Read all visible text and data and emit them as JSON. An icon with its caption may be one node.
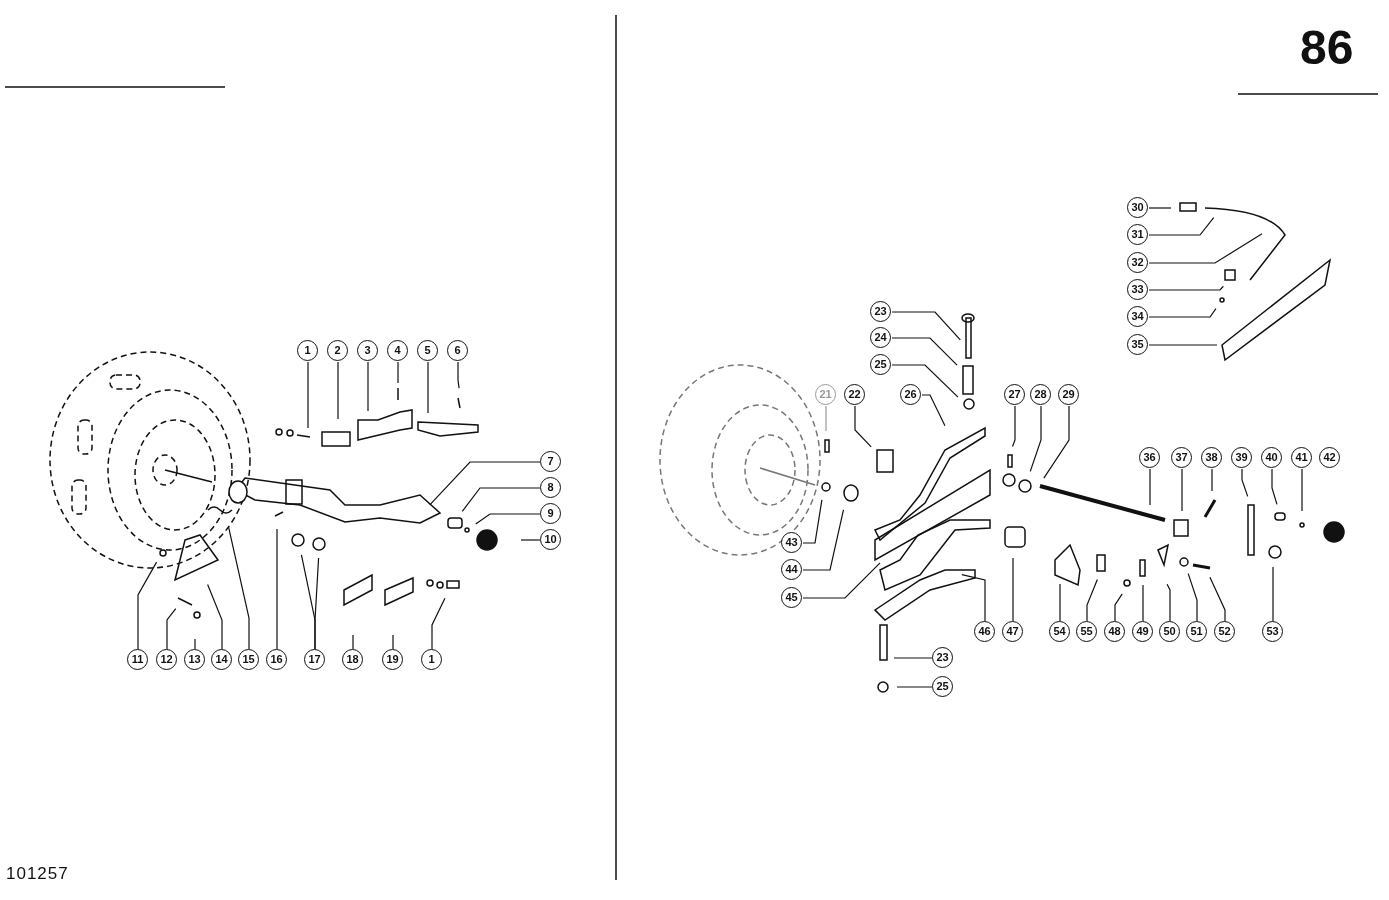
{
  "diagram": {
    "nodes": [
      {
        "text": [
          "1"
        ]
      },
      {
        "text": [
          "2"
        ]
      },
      {
        "text": [
          "3"
        ]
      },
      {
        "text": [
          "4"
        ]
      },
      {
        "text": [
          "5"
        ]
      },
      {
        "text": [
          "6"
        ]
      },
      {
        "text": [
          "7"
        ]
      },
      {
        "text": [
          "8"
        ]
      },
      {
        "text": [
          "9"
        ]
      },
      {
        "text": [
          "10"
        ]
      },
      {
        "text": [
          "11"
        ]
      },
      {
        "text": [
          "12"
        ]
      },
      {
        "text": [
          "13"
        ]
      },
      {
        "text": [
          "14"
        ]
      },
      {
        "text": [
          "15"
        ]
      },
      {
        "text": [
          "16"
        ]
      },
      {
        "text": [
          "17"
        ]
      },
      {
        "text": [
          "18"
        ]
      },
      {
        "text": [
          "19"
        ]
      },
      {
        "text": [
          "1"
        ]
      },
      {
        "text": [
          "30"
        ]
      },
      {
        "text": [
          "31"
        ]
      },
      {
        "text": [
          "32"
        ]
      },
      {
        "text": [
          "33"
        ]
      },
      {
        "text": [
          "34"
        ]
      },
      {
        "text": [
          "35"
        ]
      },
      {
        "text": [
          "23"
        ]
      },
      {
        "text": [
          "24"
        ]
      },
      {
        "text": [
          "25"
        ]
      },
      {
        "text": [
          "21"
        ]
      },
      {
        "text": [
          "22"
        ]
      },
      {
        "text": [
          "26"
        ]
      },
      {
        "text": [
          "27"
        ]
      },
      {
        "text": [
          "28"
        ]
      },
      {
        "text": [
          "29"
        ]
      },
      {
        "text": [
          "36"
        ]
      },
      {
        "text": [
          "37"
        ]
      },
      {
        "text": [
          "38"
        ]
      },
      {
        "text": [
          "39"
        ]
      },
      {
        "text": [
          "40"
        ]
      },
      {
        "text": [
          "41"
        ]
      },
      {
        "text": [
          "43"
        ]
      },
      {
        "text": [
          "44"
        ]
      },
      {
        "text": [
          "45"
        ]
      },
      {
        "text": [
          "46"
        ]
      },
      {
        "text": [
          "47"
        ]
      },
      {
        "text": [
          "54"
        ]
      },
      {
        "text": [
          "55"
        ]
      },
      {
        "text": [
          "48"
        ]
      },
      {
        "text": [
          "49"
        ]
      },
      {
        "text": [
          "50"
        ]
      },
      {
        "text": [
          "51"
        ]
      },
      {
        "text": [
          "52"
        ]
      },
      {
        "text": [
          "53"
        ]
      },
      {
        "text": [
          "23"
        ]
      },
      {
        "text": [
          "25"
        ]
      },
      {
        "text": [
          "42"
        ]
      }
    ],
    "edges": [
      {
        "from": 0,
        "to": null,
        "arrow": "none"
      },
      {
        "from": 1,
        "to": null,
        "arrow": "none"
      },
      {
        "from": 2,
        "to": null,
        "arrow": "none"
      },
      {
        "from": 3,
        "to": null,
        "arrow": "none"
      },
      {
        "from": 4,
        "to": null,
        "arrow": "none"
      },
      {
        "from": 5,
        "to": null,
        "arrow": "none"
      },
      {
        "from": 6,
        "to": null,
        "arrow": "none"
      },
      {
        "from": 7,
        "to": null,
        "arrow": "none"
      },
      {
        "from": 8,
        "to": null,
        "arrow": "none"
      },
      {
        "from": 9,
        "to": null,
        "arrow": "none"
      },
      {
        "from": 10,
        "to": null,
        "arrow": "none"
      },
      {
        "from": 11,
        "to": null,
        "arrow": "none"
      },
      {
        "from": 12,
        "to": null,
        "arrow": "none"
      },
      {
        "from": 13,
        "to": null,
        "arrow": "none"
      },
      {
        "from": 14,
        "to": null,
        "arrow": "none"
      },
      {
        "from": 15,
        "to": null,
        "arrow": "none"
      },
      {
        "from": 16,
        "to": null,
        "arrow": "none"
      },
      {
        "from": 16,
        "to": null,
        "arrow": "none"
      },
      {
        "from": 17,
        "to": null,
        "arrow": "none"
      },
      {
        "from": 18,
        "to": null,
        "arrow": "none"
      },
      {
        "from": 19,
        "to": null,
        "arrow": "none"
      },
      {
        "from": 20,
        "to": null,
        "arrow": "none"
      },
      {
        "from": 21,
        "to": null,
        "arrow": "none"
      },
      {
        "from": 22,
        "to": null,
        "arrow": "none"
      },
      {
        "from": 23,
        "to": null,
        "arrow": "none"
      },
      {
        "from": 24,
        "to": null,
        "arrow": "none"
      },
      {
        "from": 25,
        "to": null,
        "arrow": "none"
      },
      {
        "from": 26,
        "to": null,
        "arrow": "none"
      },
      {
        "from": 27,
        "to": null,
        "arrow": "none"
      },
      {
        "from": 28,
        "to": null,
        "arrow": "none"
      },
      {
        "from": 29,
        "to": null,
        "arrow": "none",
        "color": "#999999"
      },
      {
        "from": 30,
        "to": null,
        "arrow": "none"
      },
      {
        "from": 31,
        "to": null,
        "arrow": "none"
      },
      {
        "from": 32,
        "to": null,
        "arrow": "none"
      },
      {
        "from": 33,
        "to": null,
        "arrow": "none"
      },
      {
        "from": 34,
        "to": null,
        "arrow": "none"
      },
      {
        "from": 35,
        "to": null,
        "arrow": "none"
      },
      {
        "from": 36,
        "to": null,
        "arrow": "none"
      },
      {
        "from": 37,
        "to": null,
        "arrow": "none"
      },
      {
        "from": 38,
        "to": null,
        "arrow": "none"
      },
      {
        "from": 39,
        "to": null,
        "arrow": "none"
      },
      {
        "from": 40,
        "to": null,
        "arrow": "none"
      },
      {
        "from": 41,
        "to": null,
        "arrow": "none"
      },
      {
        "from": 42,
        "to": null,
        "arrow": "none"
      },
      {
        "from": 43,
        "to": null,
        "arrow": "none"
      },
      {
        "from": 44,
        "to": null,
        "arrow": "none"
      },
      {
        "from": 45,
        "to": null,
        "arrow": "none"
      },
      {
        "from": 46,
        "to": null,
        "arrow": "none"
      },
      {
        "from": 47,
        "to": null,
        "arrow": "none"
      },
      {
        "from": 48,
        "to": null,
        "arrow": "none"
      },
      {
        "from": 49,
        "to": null,
        "arrow": "none"
      },
      {
        "from": 50,
        "to": null,
        "arrow": "none"
      },
      {
        "from": 51,
        "to": null,
        "arrow": "none"
      },
      {
        "from": 52,
        "to": null,
        "arrow": "none"
      },
      {
        "from": 53,
        "to": null,
        "arrow": "none"
      },
      {
        "from": 54,
        "to": null,
        "arrow": "none"
      },
      {
        "from": 55,
        "to": null,
        "arrow": "none"
      }
    ],
    "labels": [
      "86",
      "101257"
    ]
  }
}
